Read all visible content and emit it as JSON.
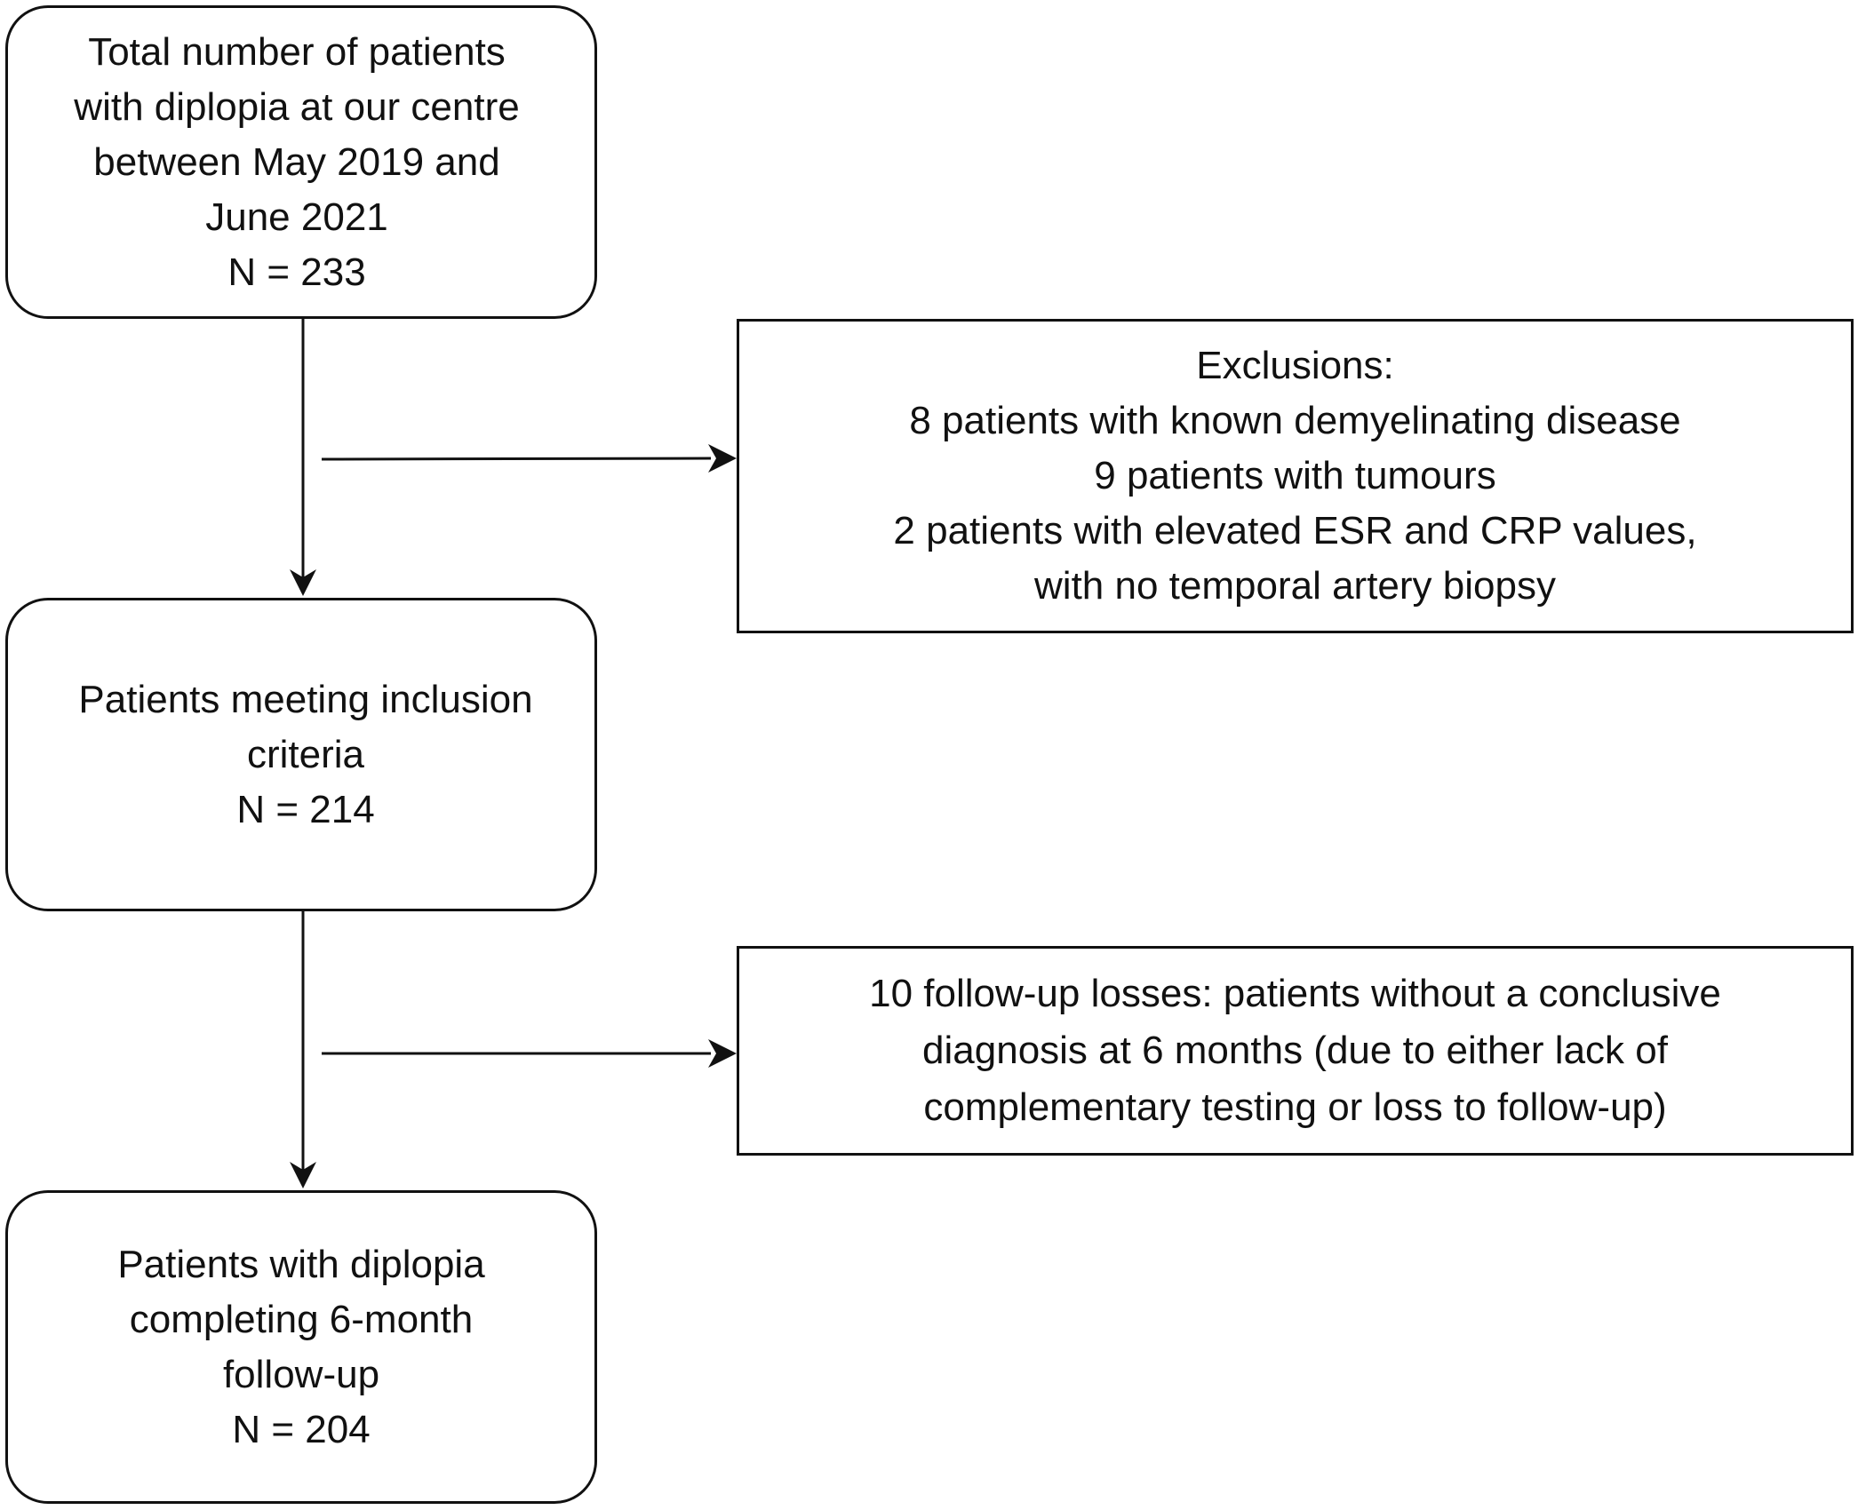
{
  "boxes": {
    "total": {
      "lines": [
        "Total number of patients",
        "with diplopia at our centre",
        "between May 2019 and",
        "June 2021",
        "N = 233"
      ]
    },
    "exclusions": {
      "lines": [
        "Exclusions:",
        "8 patients with known demyelinating disease",
        "9 patients with tumours",
        "2 patients with elevated ESR and CRP values,",
        "with no temporal artery biopsy"
      ]
    },
    "inclusion": {
      "lines": [
        "Patients meeting inclusion",
        "criteria",
        "N = 214"
      ]
    },
    "followup_losses": {
      "lines": [
        "10 follow-up losses: patients without a conclusive",
        "diagnosis at 6 months (due to either lack of",
        "complementary testing or loss to follow-up)"
      ]
    },
    "completed": {
      "lines": [
        "Patients with diplopia",
        "completing 6-month",
        "follow-up",
        "N = 204"
      ]
    }
  },
  "colors": {
    "stroke": "#111111",
    "background": "#ffffff"
  }
}
